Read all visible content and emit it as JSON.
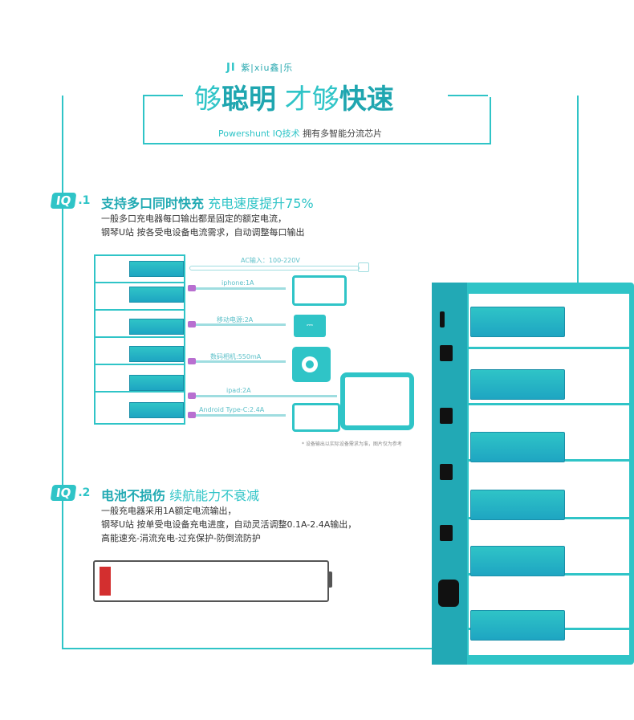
{
  "colors": {
    "accent": "#2fc4c7",
    "accent_dark": "#1fa6b0",
    "battery_red": "#d32f2f"
  },
  "header": {
    "brand_mark": "JI",
    "brand_text": "紫|xiu鑫|乐",
    "title_light_1": "够",
    "title_bold_1": "聪明",
    "title_light_2": " 才够",
    "title_bold_2": "快速",
    "subtitle_highlight": "Powershunt IQ技术",
    "subtitle_rest": " 拥有多智能分流芯片"
  },
  "section1": {
    "badge": "IQ",
    "badge_num": ".1",
    "heading_bold": "支持多口同时快充",
    "heading_light": " 充电速度提升75%",
    "lines": [
      "一般多口充电器每口输出都是固定的额定电流，",
      "钢琴U站 按各受电设备电流需求，自动调整每口输出"
    ],
    "cables": [
      "AC输入：100-220V",
      "iphone:1A",
      "移动电源:2A",
      "数码相机:550mA",
      "ipad:2A",
      "Android Type-C:2.4A"
    ],
    "note": "* 设备输出以实际设备需求为准，图片仅为参考"
  },
  "section2": {
    "badge": "IQ",
    "badge_num": ".2",
    "heading_bold": "电池不损伤",
    "heading_light": " 续航能力不衰减",
    "lines": [
      "一般充电器采用1A额定电流输出，",
      "钢琴U站 按单受电设备充电进度，自动灵活调整0.1A-2.4A输出，",
      "高能速充-涓流充电-过充保护-防倒流防护"
    ],
    "battery_level": 0.05
  }
}
